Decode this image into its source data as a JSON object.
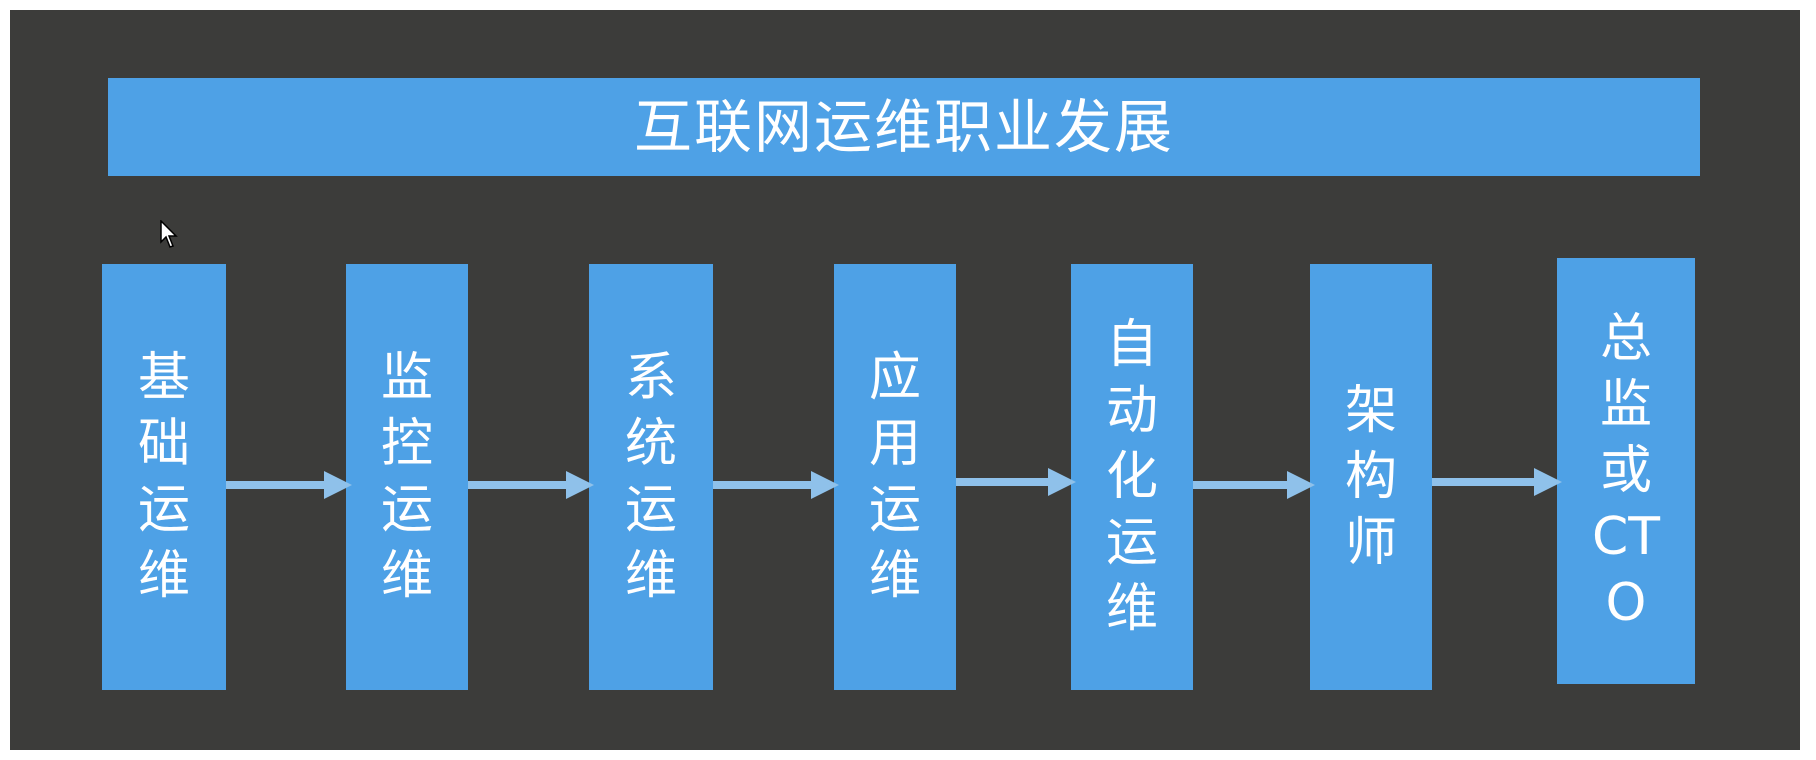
{
  "diagram": {
    "title": "互联网运维职业发展",
    "nodes": [
      {
        "label": "基\n础\n运\n维"
      },
      {
        "label": "监\n控\n运\n维"
      },
      {
        "label": "系\n统\n运\n维"
      },
      {
        "label": "应\n用\n运\n维"
      },
      {
        "label": "自\n动\n化\n运\n维"
      },
      {
        "label": "架\n构\n师"
      },
      {
        "label": "总\n监\n或\nCTO"
      }
    ]
  },
  "colors": {
    "background": "#3c3c3a",
    "box": "#4ea1e6",
    "arrow": "#8fc1ea",
    "text": "#ffffff"
  }
}
